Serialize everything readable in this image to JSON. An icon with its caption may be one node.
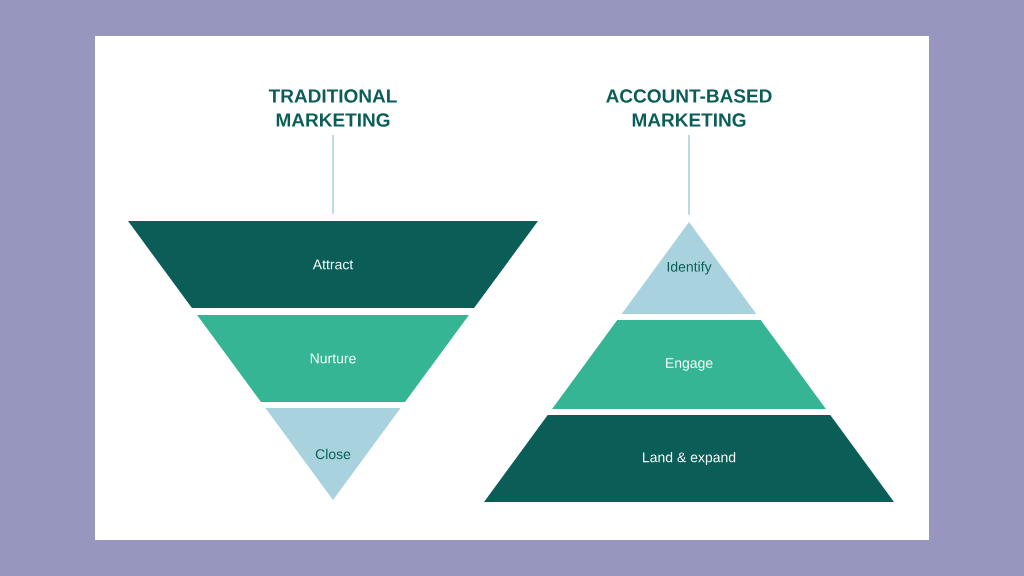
{
  "diagram": {
    "nodes": [
      {
        "text": [
          "TRADITIONAL MARKETING"
        ]
      },
      {
        "text": [
          "Attract"
        ]
      },
      {
        "text": [
          "Nurture"
        ]
      },
      {
        "text": [
          "Close"
        ]
      },
      {
        "text": [
          "ACCOUNT-BASED MARKETING"
        ]
      },
      {
        "text": [
          "Identify"
        ]
      },
      {
        "text": [
          "Engage"
        ]
      },
      {
        "text": [
          "Land & expand"
        ]
      }
    ],
    "edges": [
      {
        "from": 0,
        "to": 1,
        "arrow": "none"
      },
      {
        "from": 4,
        "to": 5,
        "arrow": "none"
      }
    ]
  }
}
